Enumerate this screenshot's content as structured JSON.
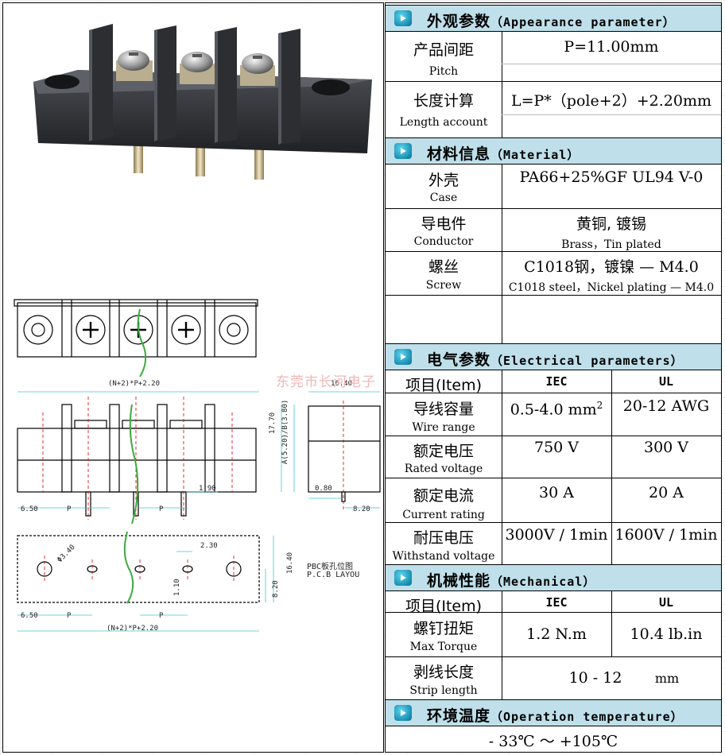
{
  "sections": {
    "appearance": {
      "cn": "外观参数",
      "en": "（Appearance parameter）"
    },
    "material": {
      "cn": "材料信息",
      "en": "（Material）"
    },
    "electrical": {
      "cn": "电气参数",
      "en": "（Electrical parameters）"
    },
    "mechanical": {
      "cn": "机械性能",
      "en": "（Mechanical）"
    },
    "temperature": {
      "cn": "环境温度",
      "en": "（Operation temperature）"
    }
  },
  "appearance": {
    "pitch": {
      "cn": "产品间距",
      "en": "Pitch",
      "value": "P=11.00mm"
    },
    "length": {
      "cn": "长度计算",
      "en": "Length account",
      "value": "L=P*（pole+2）+2.20mm"
    }
  },
  "material": {
    "case": {
      "cn": "外壳",
      "en": "Case",
      "value": "PA66+25%GF UL94 V-0"
    },
    "conductor": {
      "cn": "导电件",
      "en": "Conductor",
      "value_cn": "黄铜, 镀锡",
      "value_en": "Brass，Tin plated"
    },
    "screw": {
      "cn": "螺丝",
      "en": "Screw",
      "value_cn": "C1018钢，镀镍 — M4.0",
      "value_en": "C1018 steel，Nickel plating — M4.0"
    }
  },
  "electrical": {
    "item_label": "项目(Item)",
    "col_iec": "IEC",
    "col_ul": "UL",
    "rows": [
      {
        "cn": "导线容量",
        "en": "Wire range",
        "iec": "0.5-4.0 mm",
        "iec_sup": "2",
        "ul": "20-12  AWG"
      },
      {
        "cn": "额定电压",
        "en": "Rated voltage",
        "iec": "750 V",
        "ul": "300 V"
      },
      {
        "cn": "额定电流",
        "en": "Current rating",
        "iec": "30  A",
        "ul": "20  A"
      },
      {
        "cn": "耐压电压",
        "en": "Withstand voltage",
        "iec": "3000V / 1min",
        "ul": "1600V / 1min"
      }
    ]
  },
  "mechanical": {
    "item_label": "项目(Item)",
    "col_iec": "IEC",
    "col_ul": "UL",
    "torque": {
      "cn": "螺钉扭矩",
      "en": "Max Torque",
      "iec": "1.2  N.m",
      "ul": "10.4 lb.in"
    },
    "strip": {
      "cn": "剥线长度",
      "en": "Strip length",
      "value": "10  -  12",
      "unit": "mm"
    }
  },
  "temperature": {
    "value": "- 33℃  ～  +105℃"
  },
  "watermark": "东莞市长河电子",
  "drawing": {
    "dim_overall": "(N+2)*P+2.20",
    "dim_side_w": "16.40",
    "dim_height": "17.70",
    "dim_a": "A(5.20)/B(3.80)",
    "dim_pin": "1.90",
    "dim_080": "0.80",
    "dim_820": "8.20",
    "dim_650": "6.50",
    "dim_p": "P",
    "dim_hole": "Φ3.40",
    "dim_230": "2.30",
    "dim_110": "1.10",
    "dim_1640b": "16.40",
    "dim_820b": "8.20",
    "pcb_cn": "PBC板孔位图",
    "pcb_en": "P.C.B  LAYOU"
  }
}
